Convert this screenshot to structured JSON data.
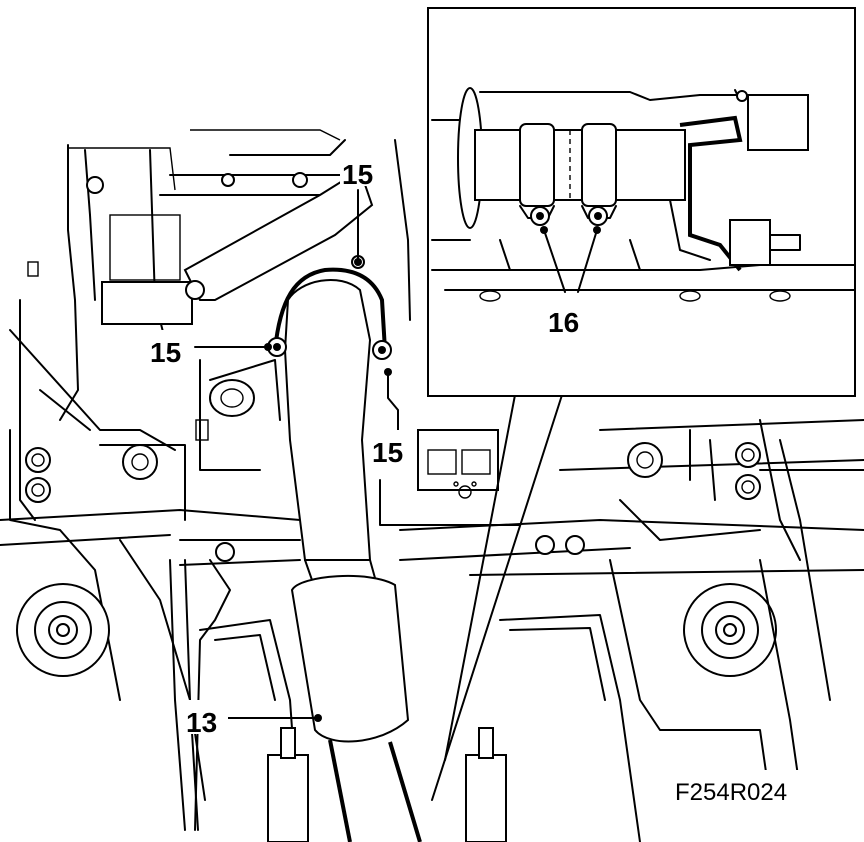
{
  "figure_code": "F254R024",
  "callouts": {
    "c13": "13",
    "c15_top": "15",
    "c15_left": "15",
    "c15_right": "15",
    "c16": "16"
  },
  "icons": [
    "hose-icon",
    "clamp-icon",
    "bolt-icon",
    "subframe-icon",
    "detail-inset-icon"
  ]
}
